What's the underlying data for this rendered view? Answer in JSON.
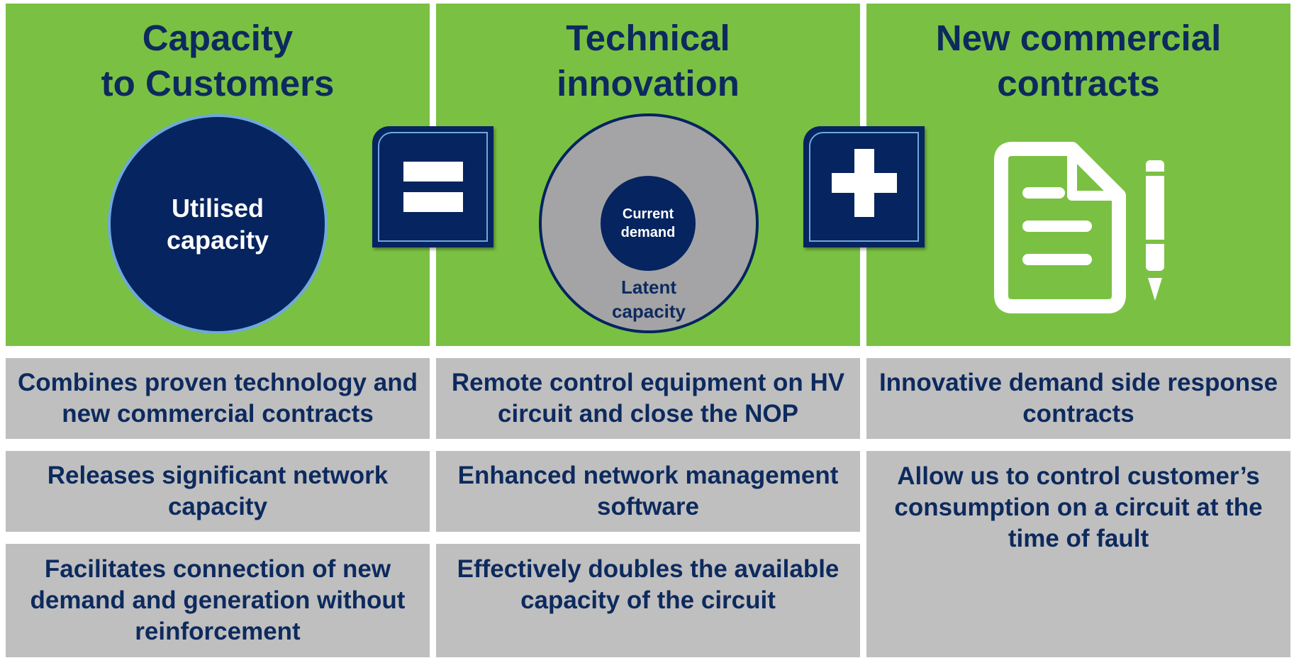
{
  "columns": [
    {
      "title_line1": "Capacity",
      "title_line2": "to Customers",
      "circle_label_line1": "Utilised",
      "circle_label_line2": "capacity",
      "cells": [
        "Combines proven technology and new commercial contracts",
        "Releases significant network capacity",
        "Facilitates connection of new demand and generation without reinforcement"
      ]
    },
    {
      "title_line1": "Technical",
      "title_line2": "innovation",
      "inner_circle_label_line1": "Current",
      "inner_circle_label_line2": "demand",
      "outer_circle_label_line1": "Latent",
      "outer_circle_label_line2": "capacity",
      "cells": [
        "Remote control equipment on HV circuit and close the NOP",
        "Enhanced network management software",
        "Effectively doubles the available capacity of the circuit"
      ]
    },
    {
      "title_line1": "New commercial",
      "title_line2": "contracts",
      "icon": "document-pen-icon",
      "cells": [
        "Innovative demand side response contracts",
        "Allow us to control customer’s consumption on a circuit at the time of fault"
      ]
    }
  ],
  "operators": {
    "equals_icon": "equals-icon",
    "plus_icon": "plus-icon"
  },
  "colors": {
    "green": "#7ac143",
    "navy": "#0d2a5e",
    "dark_navy": "#06245f",
    "grey": "#bfbfbf",
    "light_blue": "#6fa8dc"
  }
}
